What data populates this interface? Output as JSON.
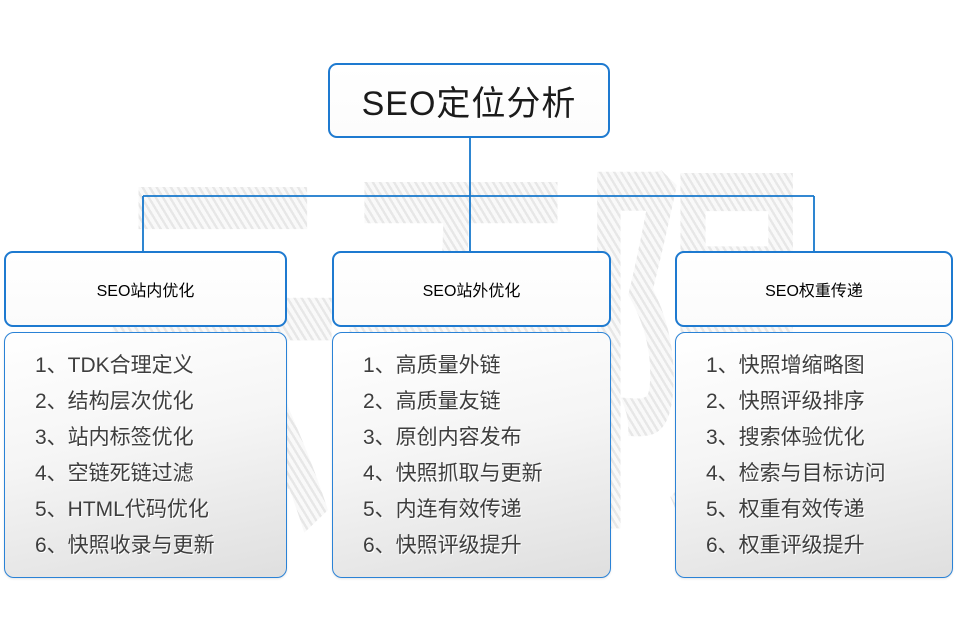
{
  "watermark": {
    "text": "云无限"
  },
  "colors": {
    "connector_blue": "#1778cc",
    "box_border_blue": "#1e7ad0",
    "panel_gradient_start": "#ffffff",
    "panel_gradient_end": "#dfdfdf",
    "list_text": "#3e3e3e",
    "title_text": "#1b1b1b",
    "watermark_gray": "#e7e7e7"
  },
  "root": {
    "title": "SEO定位分析"
  },
  "columns": [
    {
      "title": "SEO站内优化",
      "items": [
        "1、TDK合理定义",
        "2、结构层次优化",
        "3、站内标签优化",
        "4、空链死链过滤",
        "5、HTML代码优化",
        "6、快照收录与更新"
      ]
    },
    {
      "title": "SEO站外优化",
      "items": [
        "1、高质量外链",
        "2、高质量友链",
        "3、原创内容发布",
        "4、快照抓取与更新",
        "5、内连有效传递",
        "6、快照评级提升"
      ]
    },
    {
      "title": "SEO权重传递",
      "items": [
        "1、快照增缩略图",
        "2、快照评级排序",
        "3、搜索体验优化",
        "4、检索与目标访问",
        "5、权重有效传递",
        "6、权重评级提升"
      ]
    }
  ]
}
